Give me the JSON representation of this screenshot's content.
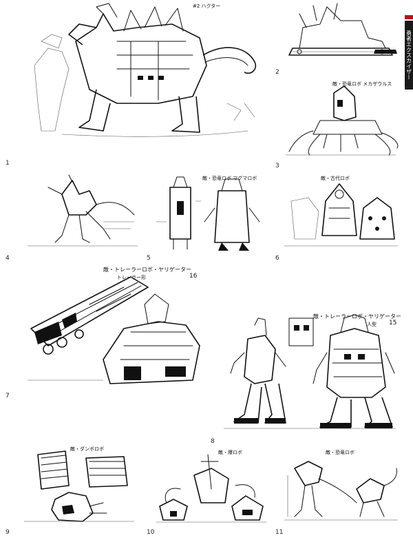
{
  "side_tab": {
    "text": "勇者エクスカイザー"
  },
  "plates": [
    {
      "number": "1",
      "caption": "#2 ハクター"
    },
    {
      "number": "2",
      "caption": ""
    },
    {
      "number": "3",
      "caption": "敵・恐竜ロボ メカザウルス"
    },
    {
      "number": "4",
      "caption": ""
    },
    {
      "number": "5",
      "caption": "敵・恐竜ロボ マグマロボ"
    },
    {
      "number": "6",
      "caption": "敵・古代ロボ"
    },
    {
      "number": "7",
      "caption": "敵・トレーラーロボ・ヤリゲーター"
    },
    {
      "number": "8",
      "caption": "敵・トレーラーロボ・ヤリゲーター"
    },
    {
      "number": "9",
      "caption": "敵・ダンボロボ"
    },
    {
      "number": "10",
      "caption": "敵・爆ロボ"
    },
    {
      "number": "11",
      "caption": "敵・恐竜ロボ"
    }
  ],
  "panel7_sub": "トレーラー形",
  "panel8_sub": "人型",
  "panel7_code": "16",
  "panel8_code": "15"
}
